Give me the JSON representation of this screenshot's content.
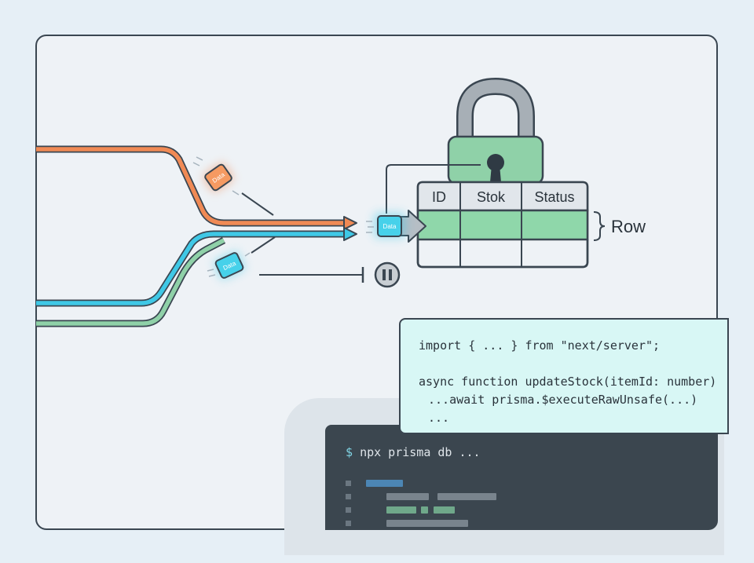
{
  "table": {
    "headers": [
      "ID",
      "Stok",
      "Status"
    ],
    "row_label": "Row"
  },
  "packets": {
    "orange_label": "Data",
    "cyan_label": "Data",
    "center_label": "Data"
  },
  "code": {
    "lines": [
      "import { ... } from \"next/server\";",
      "",
      "async function updateStock(itemId: number)",
      "...await prisma.$executeRawUnsafe(...)",
      "..."
    ]
  },
  "terminal": {
    "prompt": "$",
    "command": "npx prisma db ..."
  },
  "icons": {
    "lock": "padlock-icon",
    "pause": "pause-icon",
    "brace": "row-brace-icon"
  },
  "colors": {
    "orange": "#f08a55",
    "cyan": "#3fc8e6",
    "green": "#8fd1a8",
    "dark": "#3a4651",
    "table_header": "#e1e6eb",
    "row_highlight": "#8fd7aa",
    "lock_body": "#8fd1a8",
    "lock_shackle": "#a7afb6",
    "code_bg": "#d8f7f5",
    "terminal_bg": "#3b464f"
  }
}
